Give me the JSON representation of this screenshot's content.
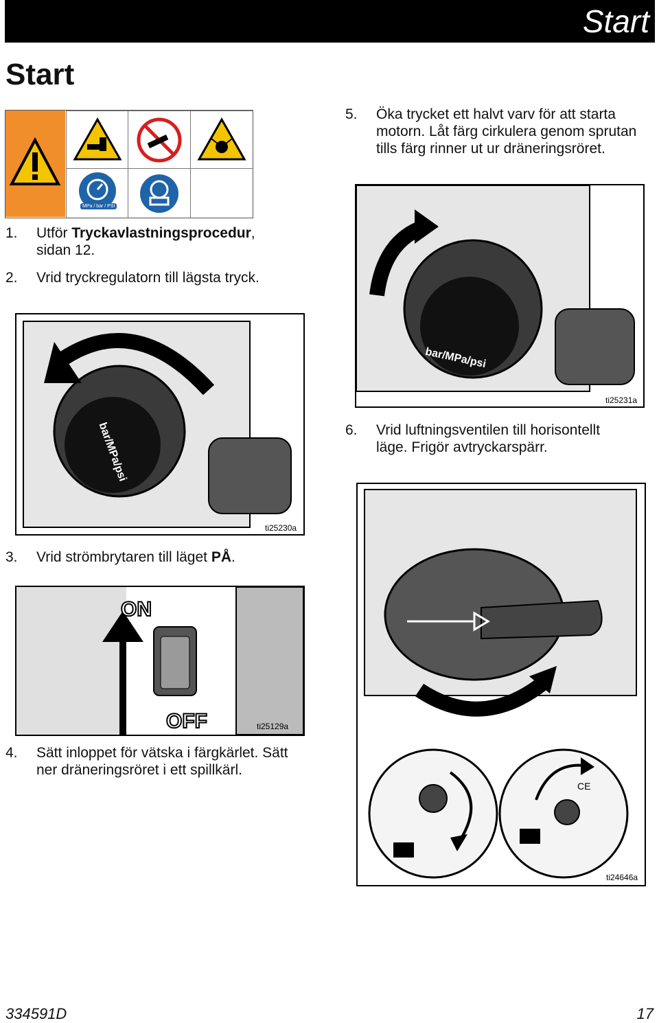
{
  "header": {
    "title": "Start"
  },
  "page_title": "Start",
  "warning_label": "MPa / bar / PSI",
  "steps": [
    {
      "num": "1.",
      "text_plain": "Utför ",
      "text_bold": "Tryckavlastningsprocedur",
      "text_after": ",",
      "line2": "sidan 12."
    },
    {
      "num": "2.",
      "text": "Vrid tryckregulatorn till lägsta tryck."
    },
    {
      "num": "3.",
      "text_plain": "Vrid strömbrytaren till läget ",
      "text_bold": "PÅ",
      "text_after": "."
    },
    {
      "num": "4.",
      "line1": "Sätt inloppet för vätska i färgkärlet. Sätt",
      "line2": "ner dräneringsröret i ett spillkärl."
    },
    {
      "num": "5.",
      "line1": "Öka trycket ett halvt varv för att starta",
      "line2": "motorn. Låt färg cirkulera genom sprutan",
      "line3": "tills färg rinner ut ur dräneringsröret."
    },
    {
      "num": "6.",
      "line1": "Vrid luftningsventilen till horisontellt",
      "line2": "läge. Frigör avtryckarspärr."
    }
  ],
  "figures": {
    "fig_knob_low": {
      "code": "ti25230a",
      "knob_label": "bar/MPa/psi"
    },
    "fig_knob_high": {
      "code": "ti25231a",
      "knob_label": "bar/MPa/psi"
    },
    "fig_switch": {
      "code": "ti25129a",
      "on": "ON",
      "off": "OFF"
    },
    "fig_valve": {
      "code": "ti24646a",
      "ce": "CE"
    }
  },
  "footer": {
    "doc": "334591D",
    "page": "17"
  }
}
